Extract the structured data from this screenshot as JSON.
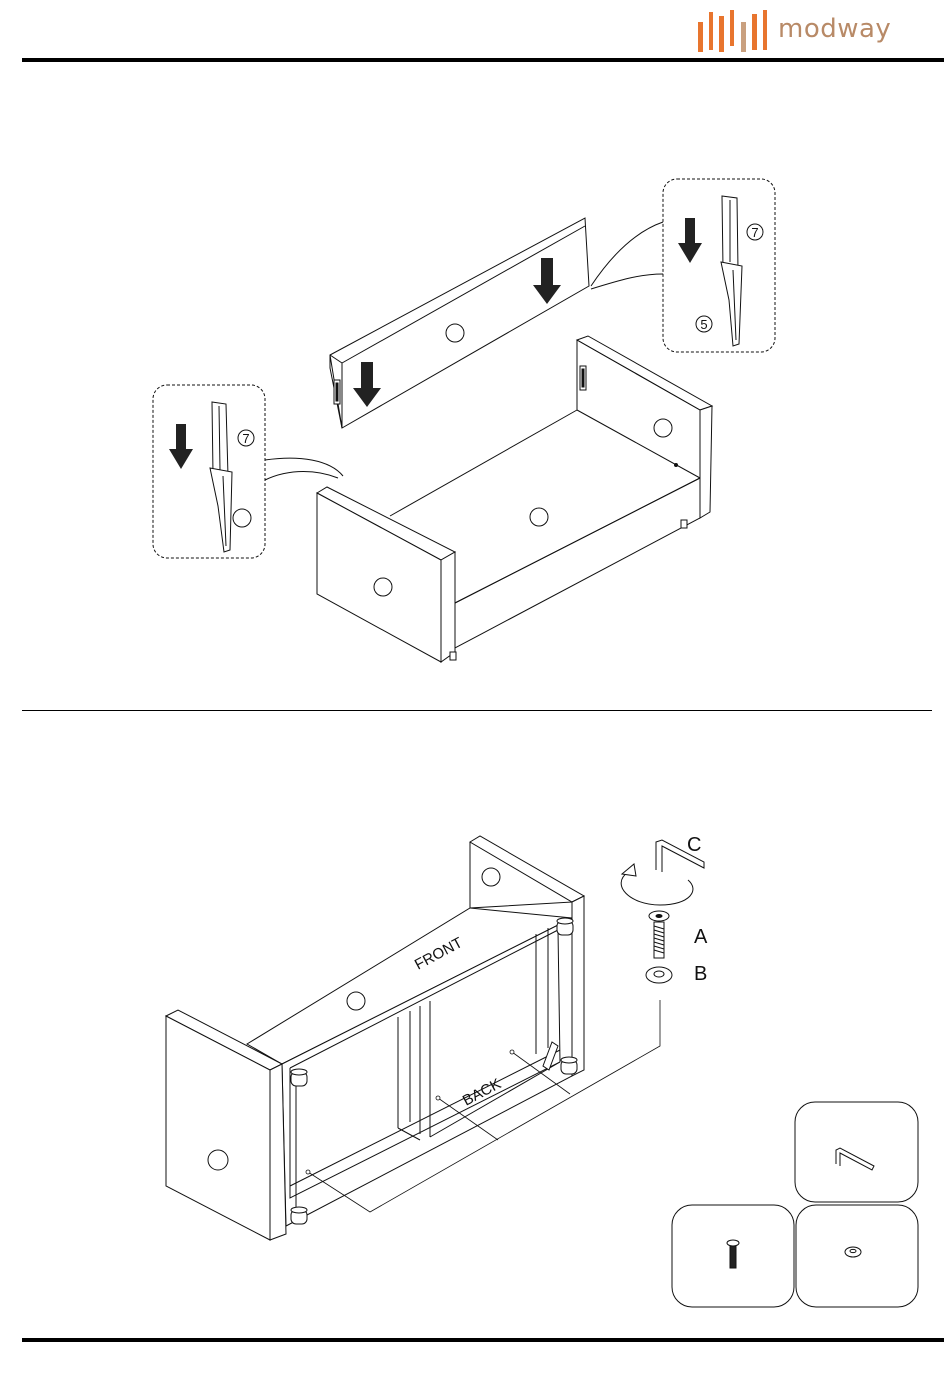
{
  "brand": {
    "name": "modway"
  },
  "step1": {
    "part_numbers": {
      "upper_left": "7",
      "lower": "5",
      "zoom_left": "7"
    }
  },
  "step2": {
    "labels": {
      "front": "FRONT",
      "back": "BACK"
    },
    "hardware": {
      "key": "C",
      "bolt": "A",
      "washer": "B"
    }
  },
  "colors": {
    "brand_orange": "#e8752e",
    "brand_tan": "#c9a07f",
    "ink": "#111111"
  }
}
